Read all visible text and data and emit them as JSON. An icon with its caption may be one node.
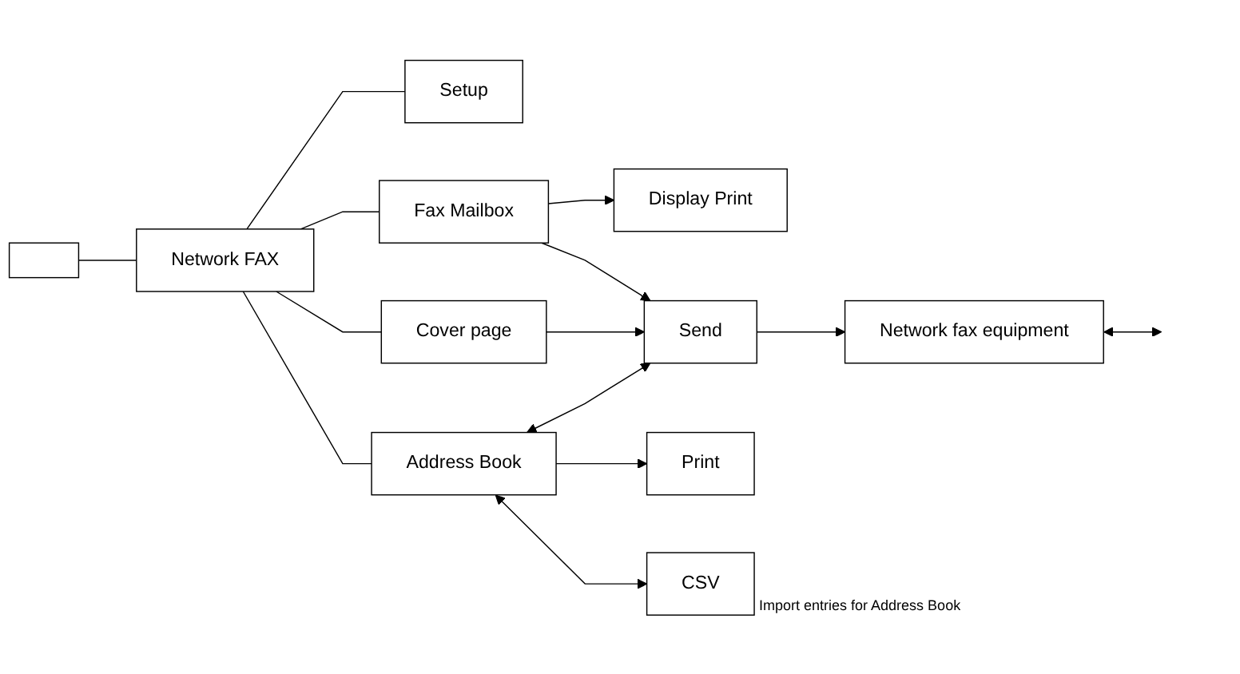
{
  "diagram": {
    "nodes": [
      {
        "text": [],
        "shape": "box"
      },
      {
        "text": [
          "Network FAX"
        ]
      },
      {
        "text": [
          "Setup"
        ]
      },
      {
        "text": [
          "Fax Mailbox"
        ]
      },
      {
        "text": [
          "Display Print"
        ]
      },
      {
        "text": [
          "Send"
        ]
      },
      {
        "text": [
          "Cover page"
        ]
      },
      {
        "text": [
          "Network fax equipment"
        ]
      },
      {
        "text": [
          "Address Book"
        ]
      },
      {
        "text": [
          "Print"
        ]
      },
      {
        "text": [
          "CSV"
        ],
        "beside": [
          "Import entries for Address Book"
        ]
      }
    ],
    "edges": [
      {
        "from": 0,
        "to": 1,
        "arrow": "none"
      },
      {
        "from": 1,
        "to": 2,
        "arrow": "none"
      },
      {
        "from": 1,
        "to": 3,
        "arrow": "none"
      },
      {
        "from": 1,
        "to": 6,
        "arrow": "none"
      },
      {
        "from": 1,
        "to": 8,
        "arrow": "none"
      },
      {
        "from": 3,
        "to": 4,
        "arrow": "to"
      },
      {
        "from": 3,
        "to": 5,
        "arrow": "to"
      },
      {
        "from": 6,
        "to": 5,
        "arrow": "to"
      },
      {
        "from": 8,
        "to": 5,
        "arrow": "both"
      },
      {
        "from": 5,
        "to": 7,
        "arrow": "to"
      },
      {
        "from": 7,
        "to": null,
        "arrow": "both"
      },
      {
        "from": 8,
        "to": 9,
        "arrow": "to"
      },
      {
        "from": 8,
        "to": 10,
        "arrow": "both"
      }
    ]
  }
}
